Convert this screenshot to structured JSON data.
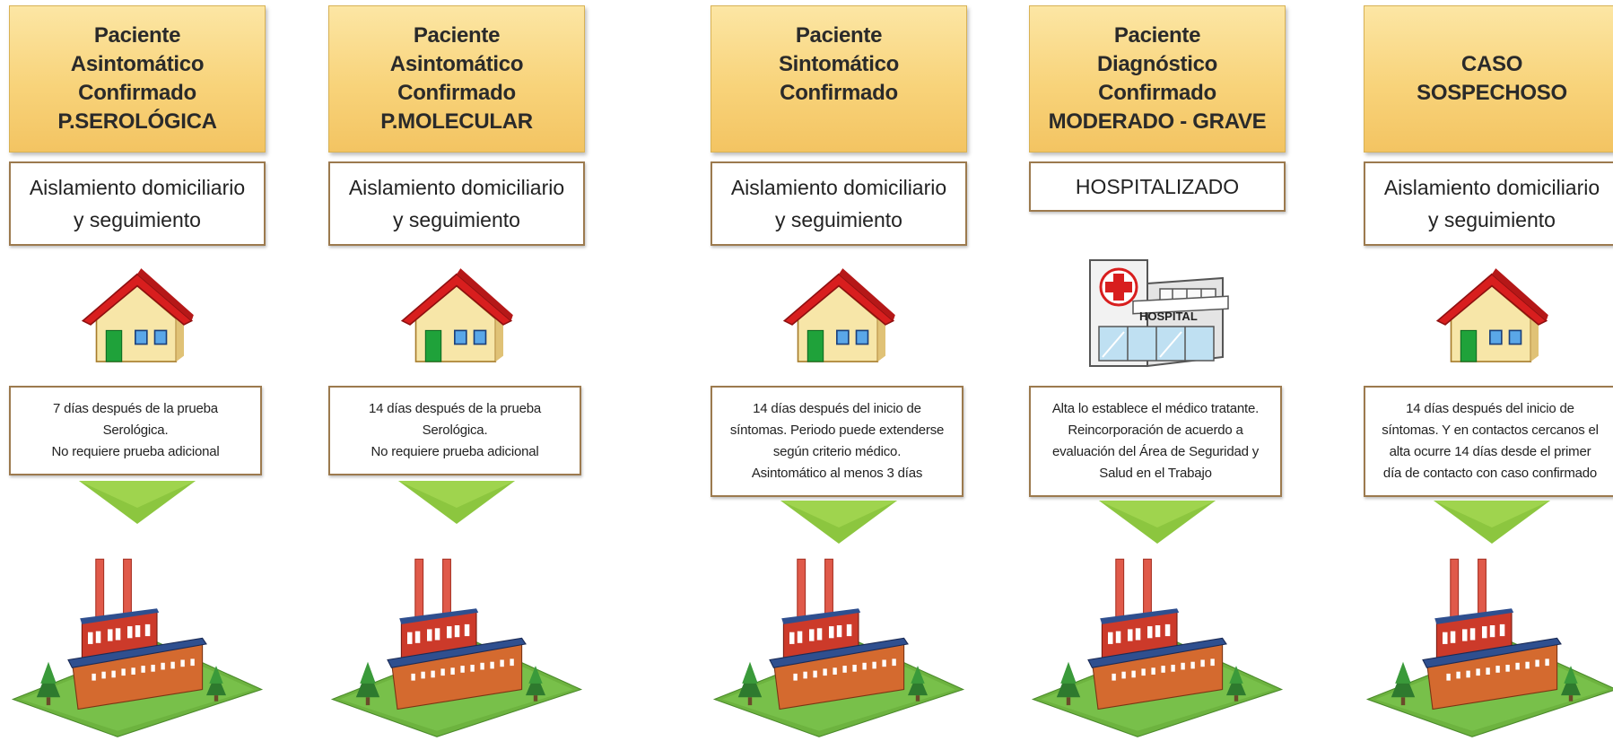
{
  "columns": [
    {
      "header": [
        "Paciente",
        "Asintomático",
        "Confirmado",
        "P.SEROLÓGICA"
      ],
      "action": [
        "Aislamiento domiciliario",
        "y seguimiento"
      ],
      "icon": "house-icon",
      "criteria": [
        "7 días después de la prueba",
        "Serológica.",
        "No requiere prueba adicional"
      ]
    },
    {
      "header": [
        "Paciente",
        "Asintomático",
        "Confirmado",
        "P.MOLECULAR"
      ],
      "action": [
        "Aislamiento domiciliario",
        "y seguimiento"
      ],
      "icon": "house-icon",
      "criteria": [
        "14 días después de la prueba",
        "Serológica.",
        "No requiere prueba adicional"
      ]
    },
    {
      "header": [
        "Paciente",
        "Sintomático",
        "Confirmado"
      ],
      "action": [
        "Aislamiento domiciliario",
        "y seguimiento"
      ],
      "icon": "house-icon",
      "criteria": [
        "14 días después del inicio de",
        "síntomas. Periodo puede extenderse",
        "según criterio médico.",
        "Asintomático al menos 3 días"
      ]
    },
    {
      "header": [
        "Paciente",
        "Diagnóstico",
        "Confirmado",
        "MODERADO - GRAVE"
      ],
      "action": [
        "HOSPITALIZADO"
      ],
      "icon": "hospital-icon",
      "hospital_sign": "HOSPITAL",
      "criteria": [
        "Alta lo establece el médico tratante.",
        "Reincorporación de acuerdo a",
        "evaluación del Área de Seguridad y",
        "Salud en el Trabajo"
      ]
    },
    {
      "header": [
        "CASO",
        "SOSPECHOSO"
      ],
      "action": [
        "Aislamiento domiciliario",
        "y seguimiento"
      ],
      "icon": "house-icon",
      "criteria": [
        "14 días después del inicio de",
        "síntomas. Y en contactos cercanos el",
        "alta ocurre 14 días desde el primer",
        "día de contacto con caso confirmado"
      ]
    }
  ],
  "colors": {
    "header_fill": "#f8d37a",
    "box_border": "#9c7a4e",
    "arrow": "#8cc63f",
    "roof": "#d81e1e",
    "factory_brick": "#d46a2f",
    "factory_roof": "#2f4f8f",
    "grass": "#6db33f"
  }
}
